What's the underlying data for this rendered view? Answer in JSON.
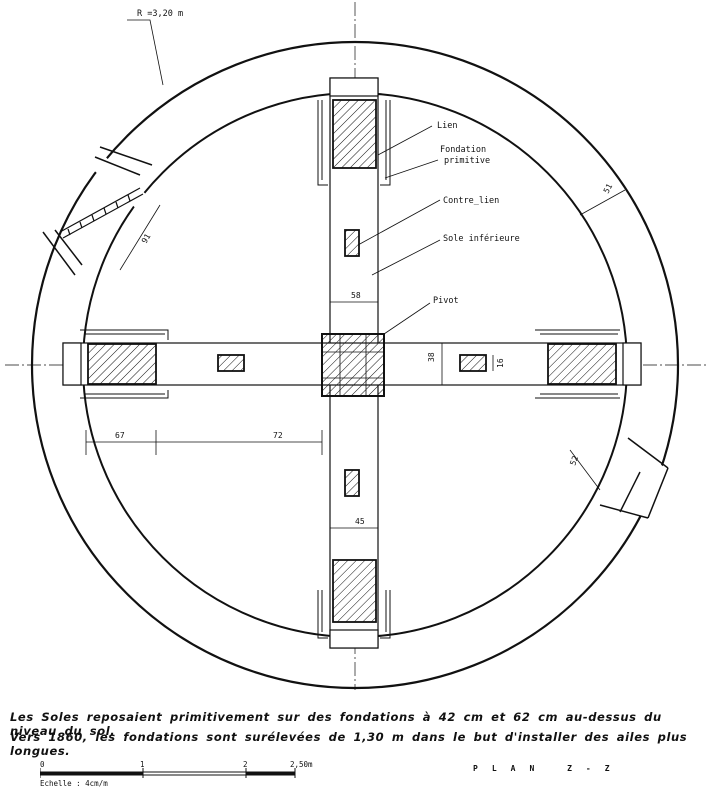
{
  "drawing": {
    "radius_label": "R =3,20 m",
    "labels": {
      "lien": "Lien",
      "fondation_1": "Fondation",
      "fondation_2": "primitive",
      "contre_lien": "Contre_lien",
      "sole_inferieure": "Sole inférieure",
      "pivot": "Pivot"
    },
    "dimensions": {
      "d51": "51",
      "d91": "91",
      "d58": "58",
      "d38": "38",
      "d16": "16",
      "d67": "67",
      "d72": "72",
      "d52": "52",
      "d45": "45"
    }
  },
  "caption": {
    "line1": "Les Soles reposaient primitivement sur des fondations à 42 cm et 62 cm au-dessus du niveau du sol.",
    "line2": "Vers 1860, les fondations sont surélevées de 1,30 m dans le but d'installer des ailes plus longues."
  },
  "scale_bar": {
    "ticks": [
      "0",
      "1",
      "2",
      "2,50m"
    ],
    "label": "Echelle : 4cm/m"
  },
  "plan_title": "PLAN Z-Z"
}
